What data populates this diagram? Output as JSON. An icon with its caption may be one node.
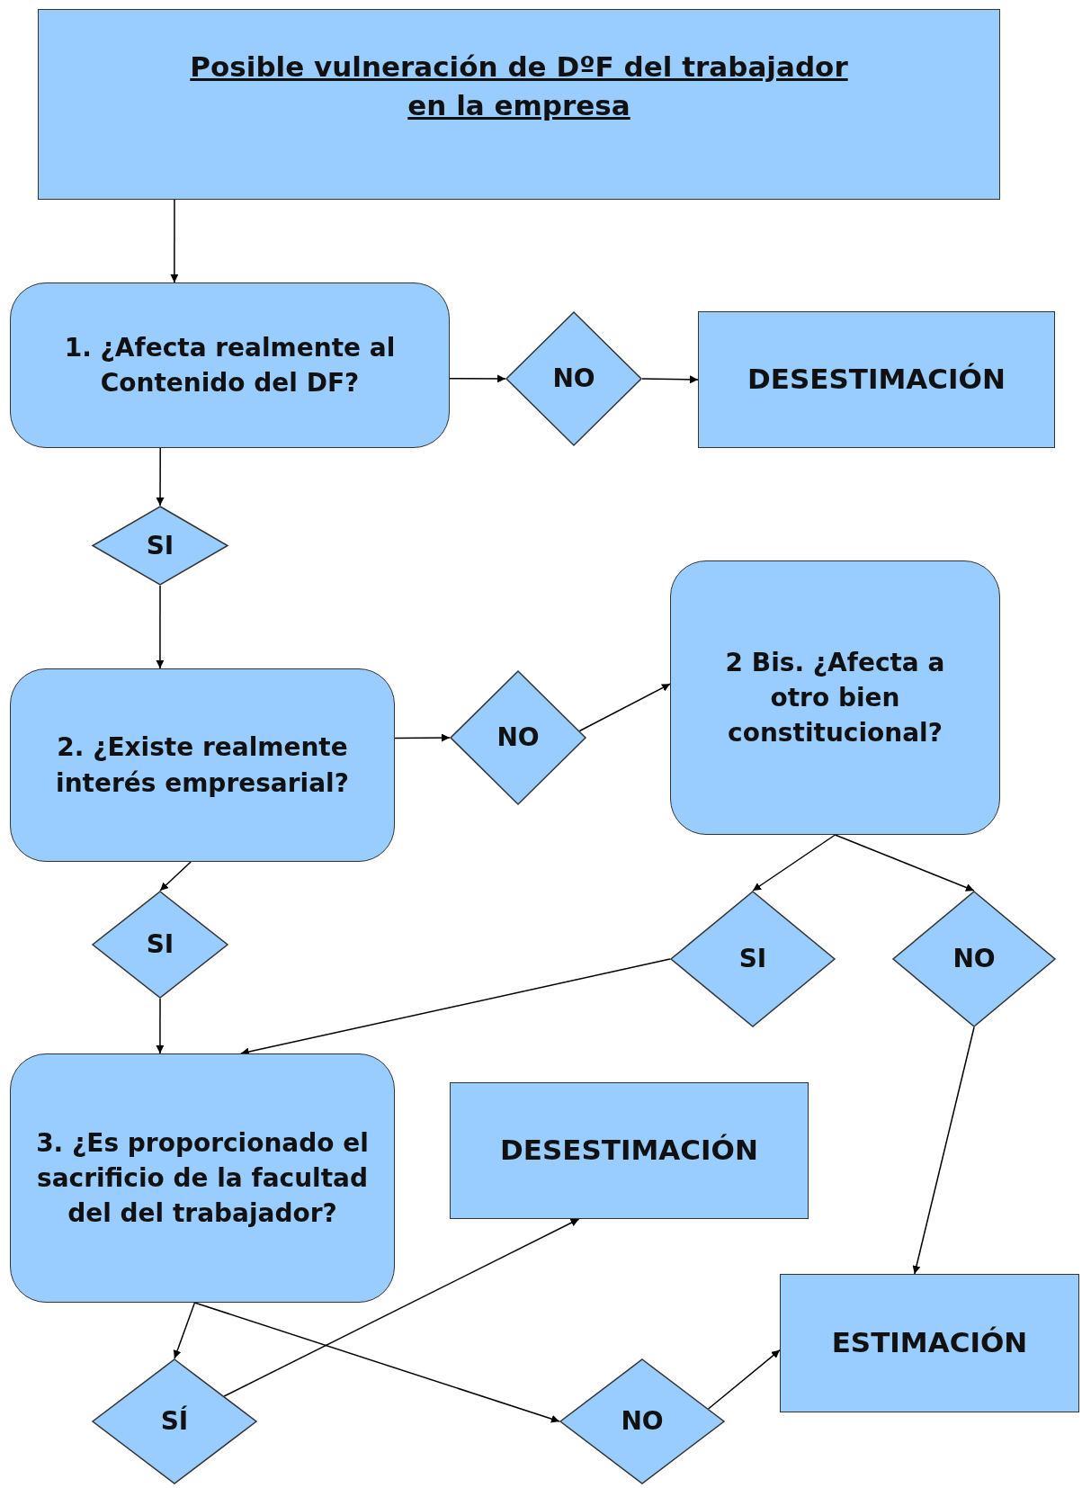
{
  "diagram": {
    "nodes": [
      {
        "text": [
          "Posible vulneración de DºF del trabajador en la empresa"
        ]
      },
      {
        "text": [
          "1. ¿Afecta realmente al Contenido del DF?"
        ]
      },
      {
        "text": [
          "NO"
        ]
      },
      {
        "text": [
          "DESESTIMACIÓN"
        ]
      },
      {
        "text": [
          "SI"
        ]
      },
      {
        "text": [
          "2. ¿Existe realmente interés empresarial?"
        ]
      },
      {
        "text": [
          "NO"
        ]
      },
      {
        "text": [
          "2 Bis. ¿Afecta a otro bien constitucional?"
        ]
      },
      {
        "text": [
          "SI"
        ]
      },
      {
        "text": [
          "SI"
        ]
      },
      {
        "text": [
          "NO"
        ]
      },
      {
        "text": [
          "3. ¿Es proporcionado el sacrificio de la facultad del del trabajador?"
        ]
      },
      {
        "text": [
          "DESESTIMACIÓN"
        ]
      },
      {
        "text": [
          "ESTIMACIÓN"
        ]
      },
      {
        "text": [
          "SÍ"
        ]
      },
      {
        "text": [
          "NO"
        ]
      }
    ],
    "edges": [
      {
        "from": 0,
        "to": 1,
        "arrow": "to"
      },
      {
        "from": 1,
        "to": 2,
        "arrow": "to"
      },
      {
        "from": 2,
        "to": 3,
        "arrow": "to"
      },
      {
        "from": 1,
        "to": 4,
        "arrow": "to"
      },
      {
        "from": 4,
        "to": 5,
        "arrow": "to"
      },
      {
        "from": 5,
        "to": 6,
        "arrow": "to"
      },
      {
        "from": 6,
        "to": 7,
        "arrow": "to"
      },
      {
        "from": 5,
        "to": 8,
        "arrow": "to"
      },
      {
        "from": 7,
        "to": 9,
        "arrow": "to"
      },
      {
        "from": 7,
        "to": 10,
        "arrow": "to"
      },
      {
        "from": 8,
        "to": 11,
        "arrow": "to"
      },
      {
        "from": 9,
        "to": 11,
        "arrow": "to"
      },
      {
        "from": 10,
        "to": 13,
        "arrow": "to"
      },
      {
        "from": 11,
        "to": 14,
        "arrow": "to"
      },
      {
        "from": 11,
        "to": 15,
        "arrow": "to"
      },
      {
        "from": 14,
        "to": 12,
        "arrow": "to"
      },
      {
        "from": 15,
        "to": 13,
        "arrow": "to"
      }
    ]
  }
}
